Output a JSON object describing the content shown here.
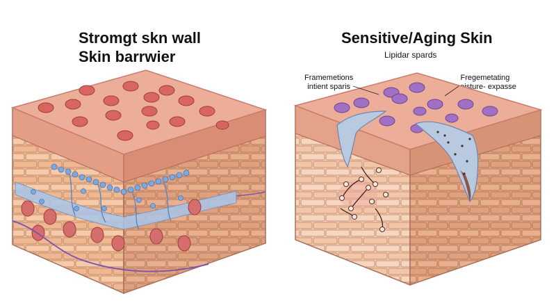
{
  "left_panel": {
    "title_line1": "Stromgt skn wall",
    "title_line2": "Skin barrwier"
  },
  "right_panel": {
    "title": "Sensitive/Aging Skin",
    "subtitle": "Lipidar spards",
    "callout_left_line1": "Framemetions",
    "callout_left_line2": "intient sparis",
    "callout_right_line1": "Fregemetating",
    "callout_right_line2": "moisture- expasse"
  },
  "colors": {
    "top_surface": "#ecae98",
    "top_edge": "#c97c6a",
    "brick": "#f2c19c",
    "brick_line": "#b87c5c",
    "red_cell": "#d8665f",
    "blue_lipid": "#8db4e0",
    "purple_cell": "#a070c4",
    "crack": "#b9c9e0"
  }
}
